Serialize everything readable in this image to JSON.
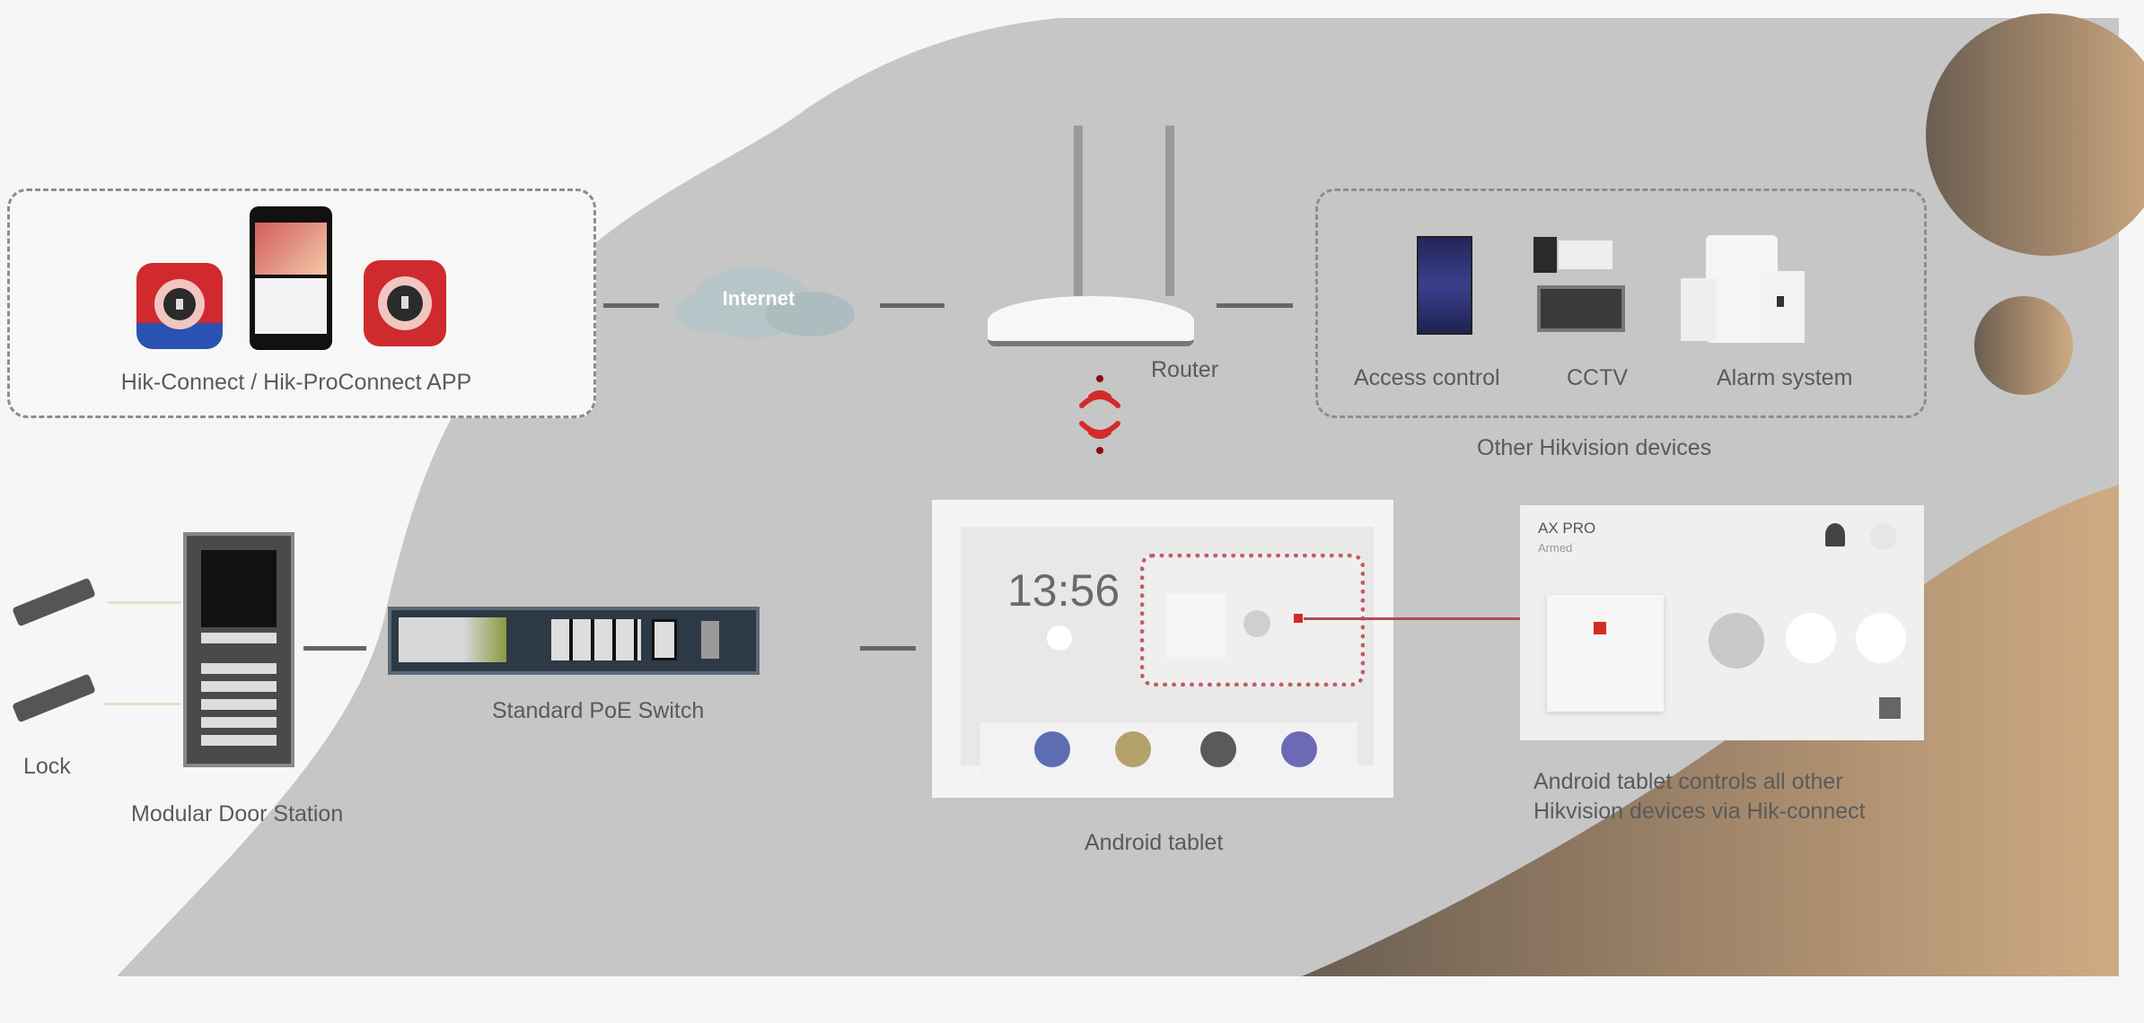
{
  "diagram": {
    "app_group": {
      "label": "Hik-Connect / Hik-ProConnect APP"
    },
    "internet": {
      "label": "Internet"
    },
    "router": {
      "label": "Router"
    },
    "other_devices": {
      "group_label": "Other Hikvision devices",
      "items": [
        {
          "label": "Access control"
        },
        {
          "label": "CCTV"
        },
        {
          "label": "Alarm system"
        }
      ]
    },
    "lock": {
      "label": "Lock"
    },
    "door_station": {
      "label": "Modular Door Station"
    },
    "poe_switch": {
      "label": "Standard PoE Switch"
    },
    "android_tablet": {
      "label": "Android tablet",
      "clock": "13:56"
    },
    "control_panel": {
      "title": "AX PRO",
      "subtitle": "Armed",
      "caption_line1": "Android tablet controls all other",
      "caption_line2": "Hikvision devices via Hik-connect"
    },
    "colors": {
      "accent_red": "#d42a2a",
      "bronze_light": "#c9a47c",
      "bronze_dark": "#6f6353",
      "gray_blob": "#c6c6c6"
    }
  }
}
